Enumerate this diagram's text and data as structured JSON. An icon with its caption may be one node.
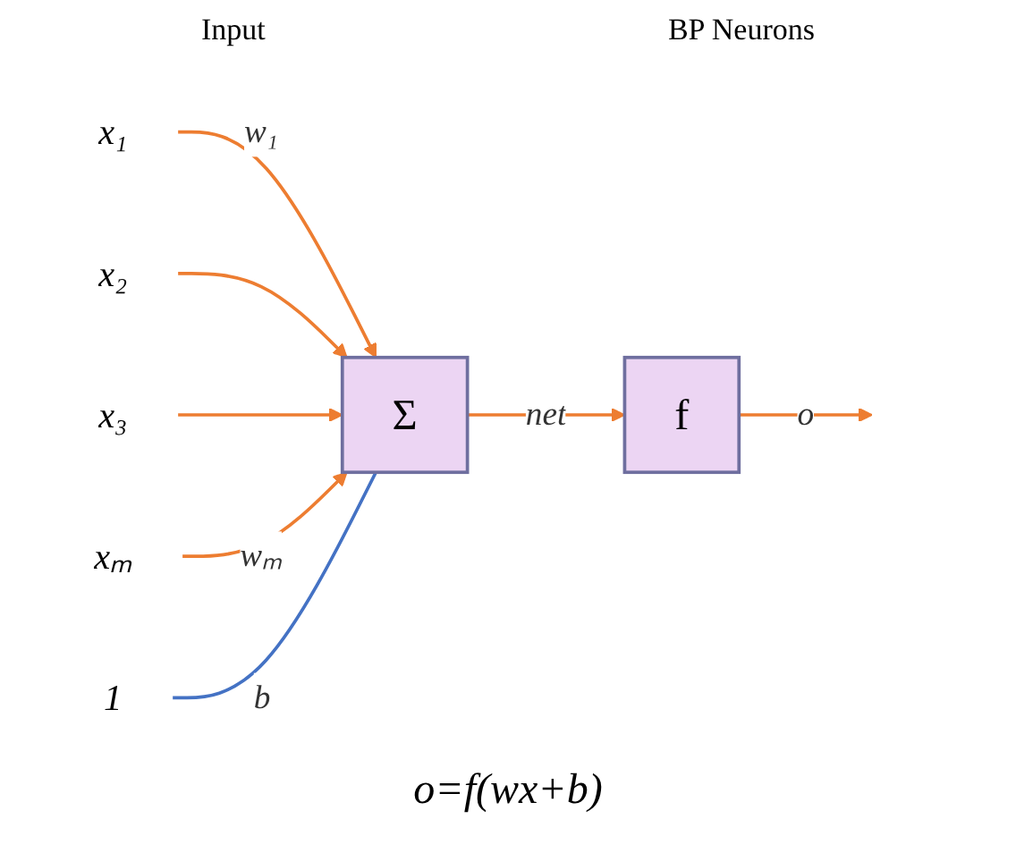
{
  "diagram": {
    "nodes": [
      {
        "text": [
          "x₁"
        ]
      },
      {
        "text": [
          "x₂"
        ]
      },
      {
        "text": [
          "x₃"
        ]
      },
      {
        "text": [
          "xₘ"
        ]
      },
      {
        "text": [
          "Σ"
        ]
      },
      {
        "text": [
          "1"
        ]
      },
      {
        "text": [
          "f"
        ]
      }
    ],
    "edges": [
      {
        "from": 0,
        "to": 4,
        "arrow": "to",
        "label": "w₁"
      },
      {
        "from": 1,
        "to": 4,
        "arrow": "to"
      },
      {
        "from": 2,
        "to": 4,
        "arrow": "to"
      },
      {
        "from": 3,
        "to": 4,
        "arrow": "to",
        "label": "wₘ"
      },
      {
        "from": 5,
        "to": 4,
        "arrow": "none",
        "label": "b",
        "color": "#4472c4"
      },
      {
        "from": 4,
        "to": 6,
        "arrow": "to",
        "label": "net"
      },
      {
        "from": 6,
        "to": null,
        "arrow": "to",
        "label": "o"
      }
    ],
    "labels": [
      "Input",
      "BP Neurons",
      "o=f(wx+b)"
    ]
  }
}
